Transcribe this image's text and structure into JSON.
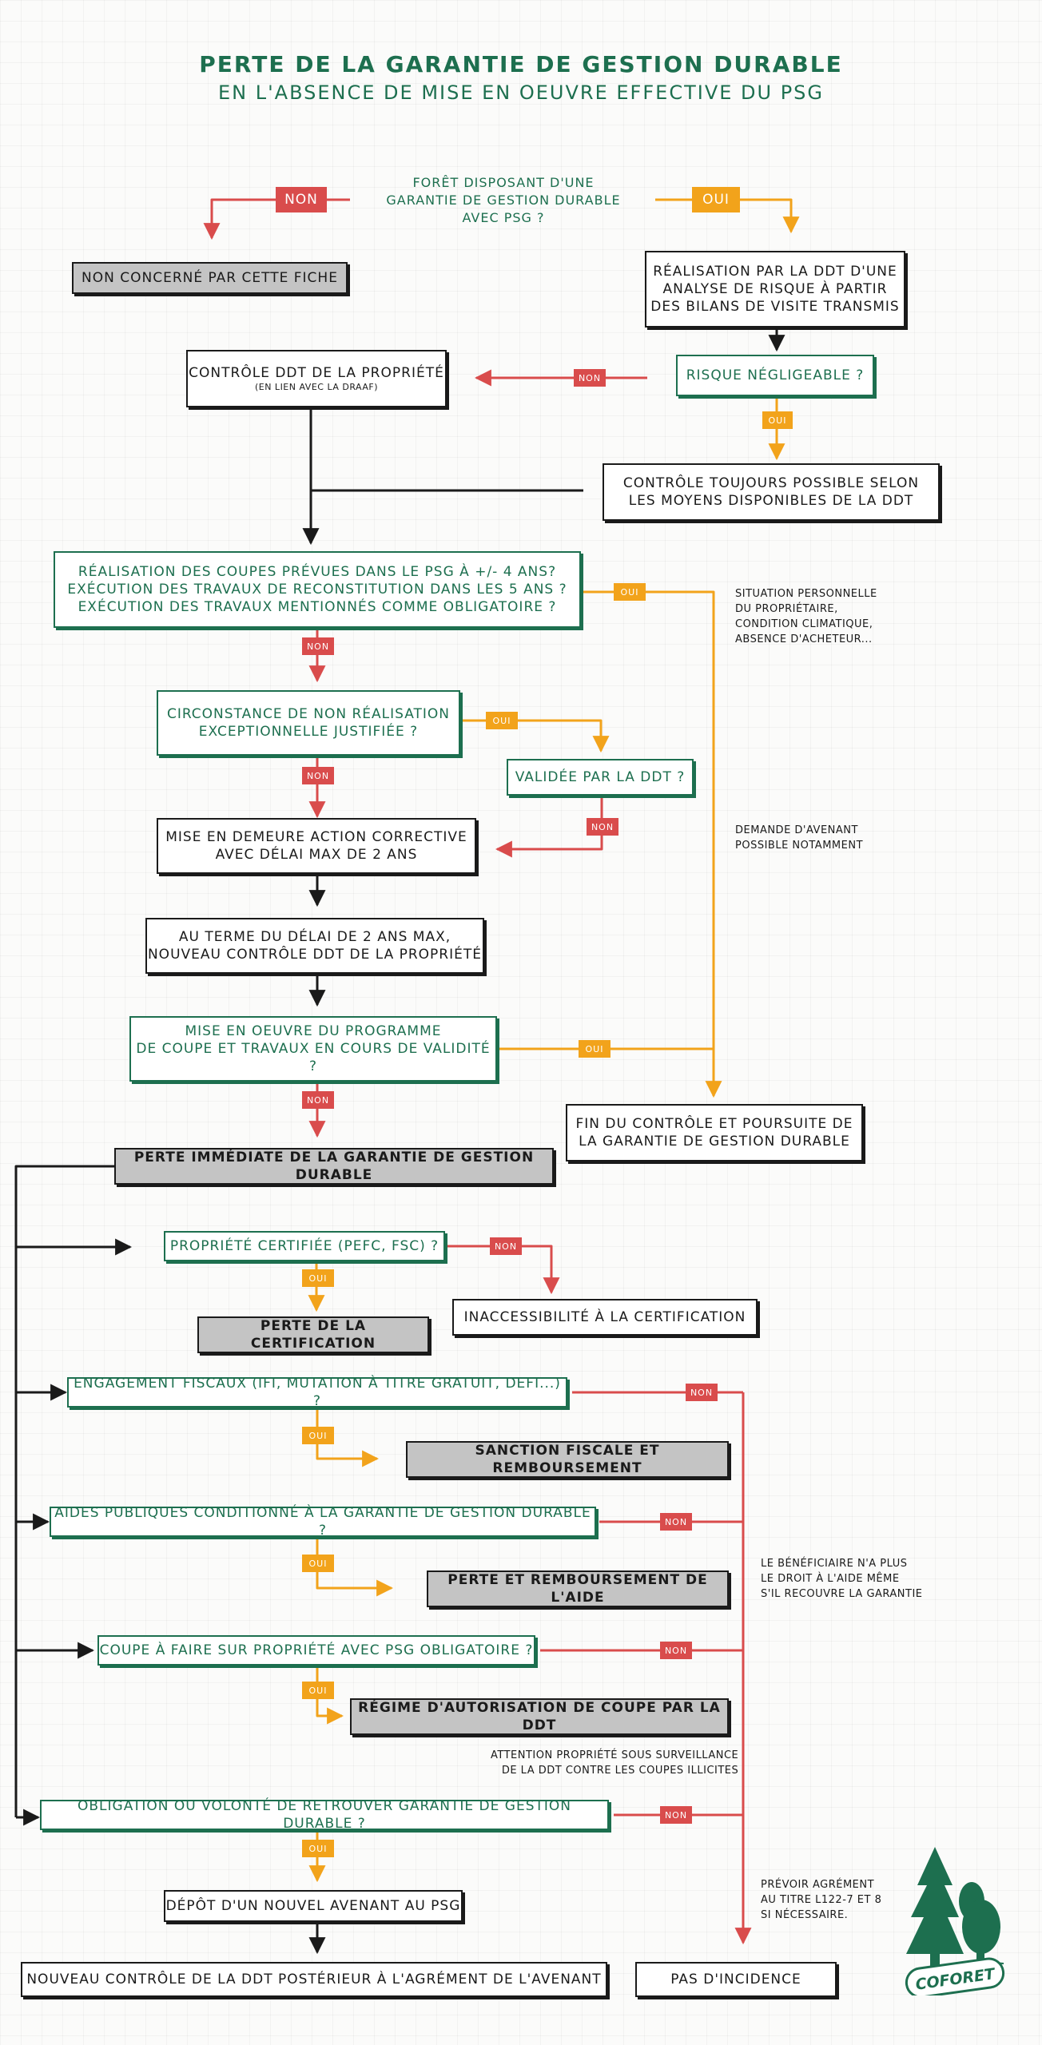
{
  "title": {
    "line1": "Perte de la garantie de gestion durable",
    "line2": "en l'absence de mise en oeuvre effective du PSG"
  },
  "nodes": {
    "q_foret": [
      "Forêt disposant d'une",
      "garantie de gestion durable",
      "avec PSG ?"
    ],
    "non_concerne": [
      "Non concerné par cette fiche"
    ],
    "analyse_risque": [
      "Réalisation par la DDT d'une",
      "analyse de risque à partir",
      "des bilans de visite transmis"
    ],
    "risque_negligeable": [
      "Risque négligeable ?"
    ],
    "controle_ddt": [
      "Contrôle DDT de la propriété"
    ],
    "controle_ddt_sub": "(en lien avec la DRAAF)",
    "controle_possible": [
      "Contrôle toujours possible selon",
      "les moyens disponibles de la DDT"
    ],
    "realisation_coupes": [
      "Réalisation des coupes prévues dans le PSG à +/- 4 ans?",
      "Exécution des travaux de reconstitution dans les 5 ans ?",
      "Exécution des travaux mentionnés comme obligatoire ?"
    ],
    "circonstance": [
      "Circonstance de non réalisation",
      "exceptionnelle justifiée ?"
    ],
    "validee_ddt": [
      "Validée par la DDT ?"
    ],
    "mise_en_demeure": [
      "Mise en demeure action corrective",
      "avec  délai max de 2 ans"
    ],
    "au_terme": [
      "Au terme du délai de 2 ans max,",
      "nouveau contrôle DDT de la propriété"
    ],
    "mise_en_oeuvre": [
      "Mise en oeuvre du programme",
      "de coupe et travaux en cours de validité ?"
    ],
    "fin_controle": [
      "Fin du contrôle et poursuite de",
      "la garantie de gestion durable"
    ],
    "perte_immediate": [
      "Perte immédiate de la garantie de gestion durable"
    ],
    "propriete_certifiee": [
      "Propriété certifiée (PEFC, FSC) ?"
    ],
    "perte_certification": [
      "Perte de la certification"
    ],
    "inaccessibilite": [
      "Inaccessibilité à la  certification"
    ],
    "engagement_fiscaux": [
      "Engagement fiscaux (IFI, mutation à titre gratuit, DEFI...) ?"
    ],
    "sanction_fiscale": [
      "Sanction fiscale et remboursement"
    ],
    "aides_publiques": [
      "Aides publiques conditionné à la garantie de gestion durable ?"
    ],
    "perte_aide": [
      "Perte et remboursement de l'aide"
    ],
    "coupe_a_faire": [
      "Coupe à faire sur propriété avec PSG obligatoire ?"
    ],
    "regime_autorisation": [
      "Régime d'autorisation de coupe par la DDT"
    ],
    "obligation": [
      "Obligation ou volonté de retrouver garantie de gestion durable ?"
    ],
    "depot_avenant": [
      "Dépôt d'un nouvel avenant au PSG"
    ],
    "nouveau_controle": [
      "Nouveau contrôle de la DDT postérieur à l'agrément de l'avenant"
    ],
    "pas_incidence": [
      "Pas d'incidence"
    ]
  },
  "labels": {
    "non": "Non",
    "oui": "Oui"
  },
  "notes": {
    "situation": [
      "Situation personnelle",
      "du propriétaire,",
      "condition climatique,",
      "absence d'acheteur..."
    ],
    "avenant": [
      "Demande d'avenant",
      "possible notamment"
    ],
    "beneficiaire": [
      "Le bénéficiaire n'a plus",
      "le droit à l'aide même",
      "s'il recouvre la garantie"
    ],
    "attention": [
      "Attention propriété sous surveillance",
      "de la DDT contre les coupes illicites"
    ],
    "prevoir": [
      "Prévoir agrément",
      "au titre  L122-7 et 8",
      "si nécessaire."
    ]
  },
  "logo": {
    "text": "COFORET"
  },
  "colors": {
    "green": "#1d6f4f",
    "red": "#d94c4c",
    "orange": "#f2a31b",
    "black": "#1a1a1a",
    "grey_box": "#c4c4c4"
  }
}
